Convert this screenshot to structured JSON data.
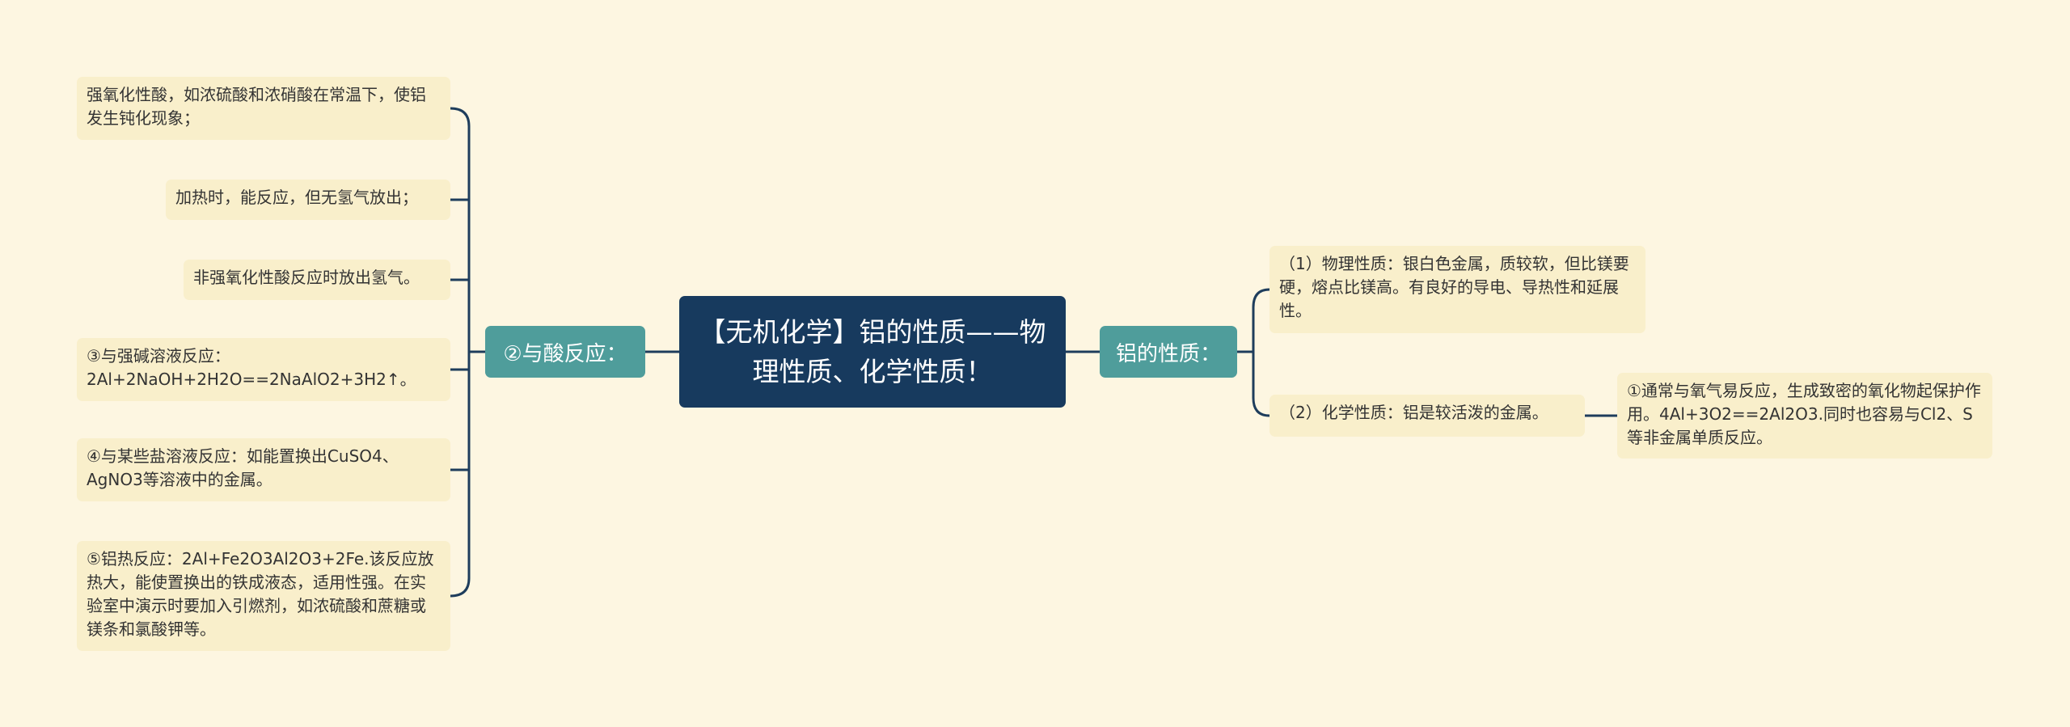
{
  "mindmap": {
    "root": {
      "label": "【无机化学】铝的性质——物理性质、化学性质！"
    },
    "left_branch": {
      "label": "②与酸反应：",
      "children": [
        "强氧化性酸，如浓硫酸和浓硝酸在常温下，使铝发生钝化现象；",
        "加热时，能反应，但无氢气放出；",
        "非强氧化性酸反应时放出氢气。",
        "③与强碱溶液反应：2Al+2NaOH+2H2O==2NaAlO2+3H2↑。",
        "④与某些盐溶液反应：如能置换出CuSO4、AgNO3等溶液中的金属。",
        "⑤铝热反应：2Al+Fe2O3Al2O3+2Fe.该反应放热大，能使置换出的铁成液态，适用性强。在实验室中演示时要加入引燃剂，如浓硫酸和蔗糖或镁条和氯酸钾等。"
      ]
    },
    "right_branch": {
      "label": "铝的性质：",
      "children": [
        {
          "label": "（1）物理性质：银白色金属，质较软，但比镁要硬，熔点比镁高。有良好的导电、导热性和延展性。"
        },
        {
          "label": "（2）化学性质：铝是较活泼的金属。",
          "child": "①通常与氧气易反应，生成致密的氧化物起保护作用。4Al+3O2==2Al2O3.同时也容易与Cl2、S等非金属单质反应。"
        }
      ]
    }
  },
  "colors": {
    "background": "#fdf6e1",
    "root_fill": "#173a5e",
    "branch_fill": "#4f9d9b",
    "leaf_fill": "#f9efcb",
    "connector": "#1e3d5c"
  }
}
